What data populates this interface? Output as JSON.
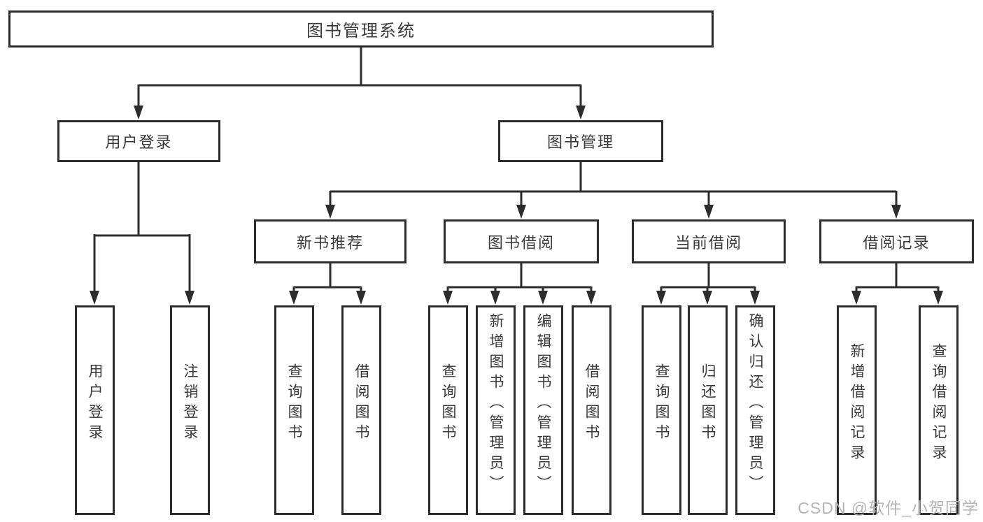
{
  "colors": {
    "line": "#2d2d2d",
    "text": "#3a3a3a",
    "background": "#ffffff",
    "watermark": "#b5b5b5"
  },
  "watermark": "CSDN @软件_小贺同学",
  "tree": {
    "root": "图书管理系统",
    "user": {
      "label": "用户登录",
      "leaves": [
        "用户登录",
        "注销登录"
      ]
    },
    "mgmt": {
      "label": "图书管理",
      "groups": [
        {
          "label": "新书推荐",
          "leaves": [
            "查询图书",
            "借阅图书"
          ]
        },
        {
          "label": "图书借阅",
          "leaves": [
            "查询图书",
            "新增图书（管理员）",
            "编辑图书（管理员）",
            "借阅图书"
          ]
        },
        {
          "label": "当前借阅",
          "leaves": [
            "查询图书",
            "归还图书",
            "确认归还（管理员）"
          ]
        },
        {
          "label": "借阅记录",
          "leaves": [
            "新增借阅记录",
            "查询借阅记录"
          ]
        }
      ]
    }
  }
}
